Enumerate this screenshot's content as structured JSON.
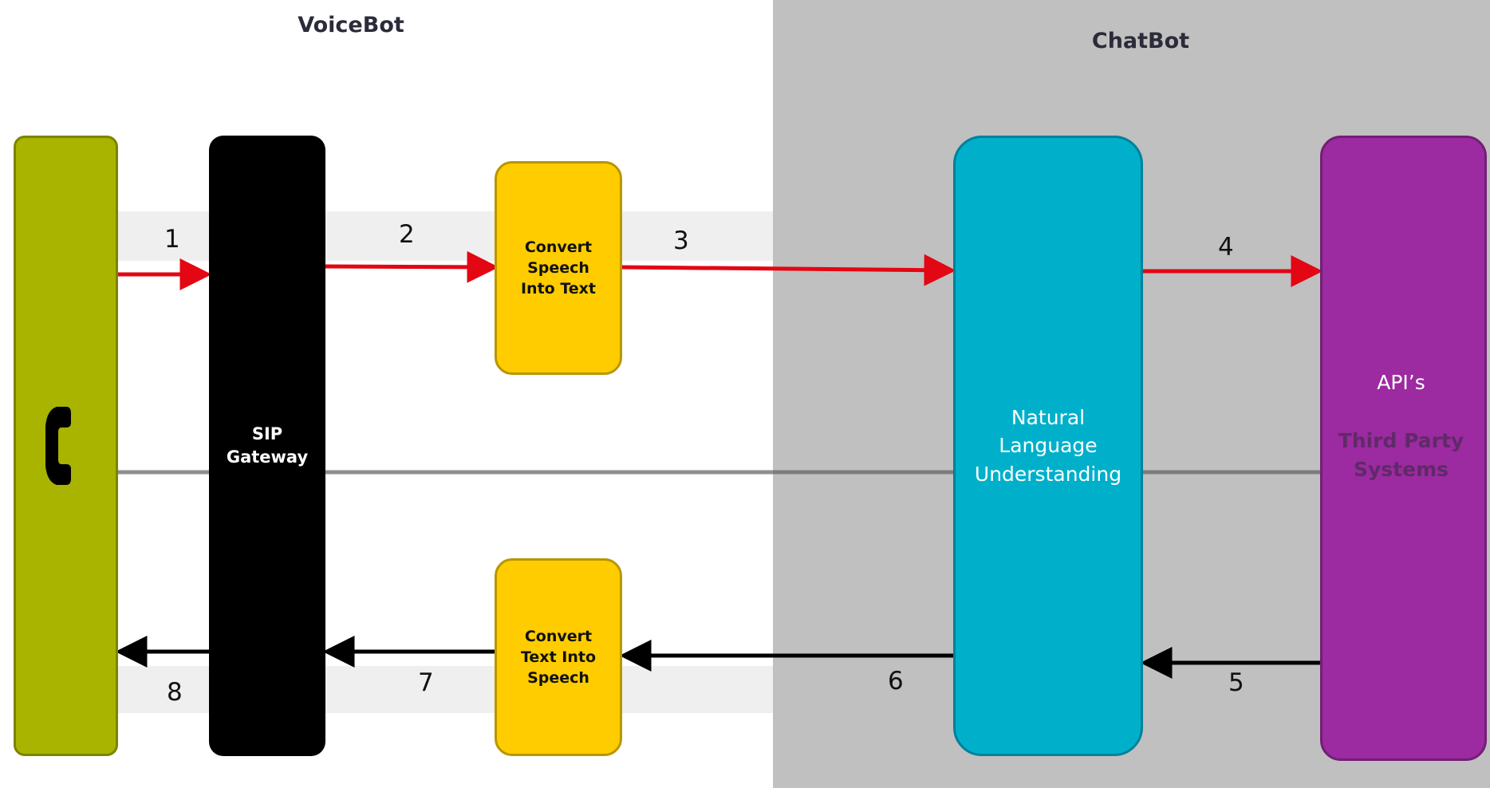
{
  "titles": {
    "voicebot": "VoiceBot",
    "chatbot": "ChatBot"
  },
  "nodes": {
    "phone": {
      "icon": "phone-handset-icon"
    },
    "sip": {
      "line1": "SIP",
      "line2": "Gateway"
    },
    "stt": {
      "line1": "Convert",
      "line2": "Speech",
      "line3": "Into Text"
    },
    "tts": {
      "line1": "Convert",
      "line2": "Text Into",
      "line3": "Speech"
    },
    "nlu": {
      "line1": "Natural",
      "line2": "Language",
      "line3": "Understanding"
    },
    "api": {
      "label": "API’s",
      "sub1": "Third Party",
      "sub2": "Systems"
    }
  },
  "steps": [
    "1",
    "2",
    "3",
    "4",
    "5",
    "6",
    "7",
    "8"
  ],
  "colors": {
    "forward_arrow": "#e30613",
    "return_arrow": "#000000",
    "phone": "#a8b400",
    "sip": "#000000",
    "converter": "#ffcc00",
    "nlu": "#00b0ca",
    "api": "#9c2aa0",
    "chatbot_background": "#c0c0c0"
  }
}
